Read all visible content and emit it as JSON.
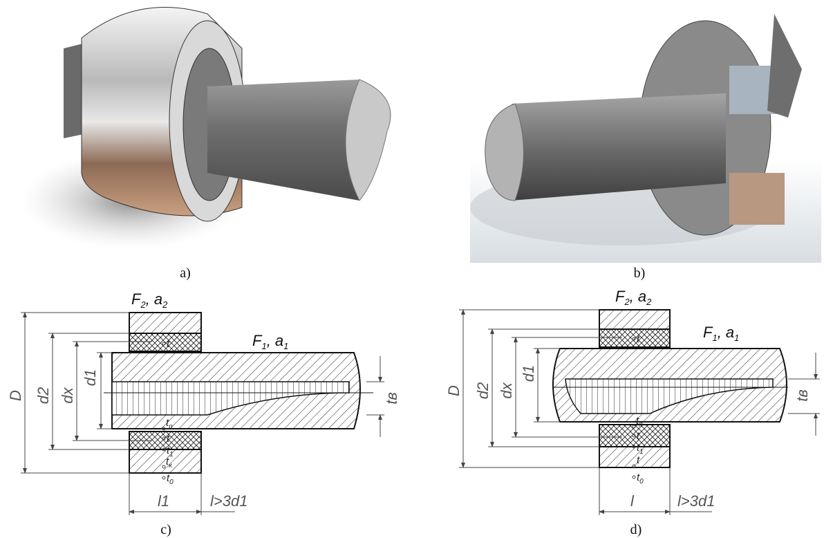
{
  "panels": {
    "a": {
      "caption": "a)"
    },
    "b": {
      "caption": "b)"
    },
    "c": {
      "caption": "c)",
      "ring_label": {
        "F": "F",
        "F_sub": "2",
        "a": "a",
        "a_sub": "2"
      },
      "shaft_label": {
        "F": "F",
        "F_sub": "1",
        "a": "a",
        "a_sub": "1"
      },
      "dims": {
        "D": "D",
        "d2": "d2",
        "dx": "dx",
        "d1": "d1",
        "tb": "tв",
        "l1": "l1",
        "lgt": "l>3d1"
      },
      "temps": {
        "t_top": "t",
        "t_n": "t",
        "t_n_sub": "п",
        "t_mid": "t",
        "t_1": "t",
        "t_1_sub": "1",
        "t_k": "t",
        "t_k_sub": "к",
        "t_0": "t",
        "t_0_sub": "0"
      }
    },
    "d": {
      "caption": "d)",
      "ring_label": {
        "F": "F",
        "F_sub": "2",
        "a": "a",
        "a_sub": "2"
      },
      "shaft_label": {
        "F": "F",
        "F_sub": "1",
        "a": "a",
        "a_sub": "1"
      },
      "dims": {
        "D": "D",
        "d2": "d2",
        "dx": "dx",
        "d1": "d1",
        "tb": "tв",
        "l": "l",
        "lgt": "l>3d1"
      },
      "temps": {
        "t_top": "t",
        "t_n": "t",
        "t_n_sub": "п",
        "t_mid": "t",
        "t_1": "t",
        "t_1_sub": "1",
        "t_k": "t",
        "t_0": "t",
        "t_0_sub": "0"
      }
    }
  }
}
